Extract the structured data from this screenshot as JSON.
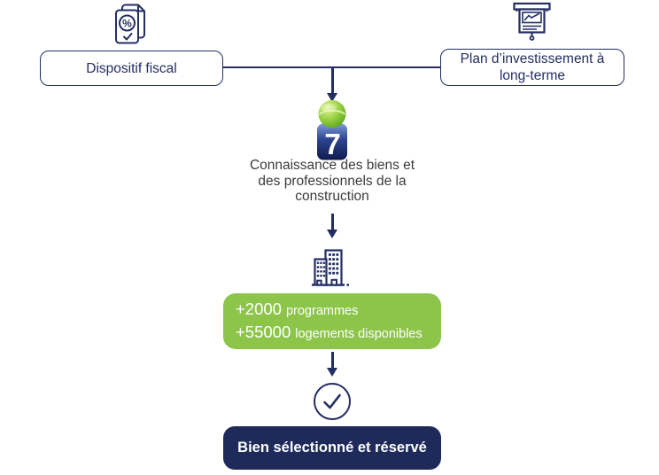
{
  "colors": {
    "navy": "#232e63",
    "result_navy": "#1e2a5a",
    "green": "#8cc54a",
    "text_dark": "#3b3b3b",
    "white": "#ffffff"
  },
  "nodes": {
    "fiscal": {
      "label": "Dispositif fiscal",
      "icon": "tax-percent-document-icon"
    },
    "plan": {
      "label_line1": "Plan d’investissement à",
      "label_line2": "long-terme",
      "icon": "presentation-chart-icon"
    },
    "knowledge": {
      "icon": "company-logo",
      "lines": [
        "Connaissance des biens et",
        "des professionnels de la",
        "construction"
      ]
    },
    "logo": {
      "digit": "7"
    },
    "stats": {
      "icon": "buildings-icon",
      "line1": {
        "value": "+2000",
        "label": "programmes"
      },
      "line2": {
        "value": "+55000",
        "label": "logements disponibles"
      }
    },
    "result": {
      "icon": "check-circle-icon",
      "label": "Bien sélectionné et réservé"
    }
  },
  "icons": {
    "percent": "%"
  }
}
